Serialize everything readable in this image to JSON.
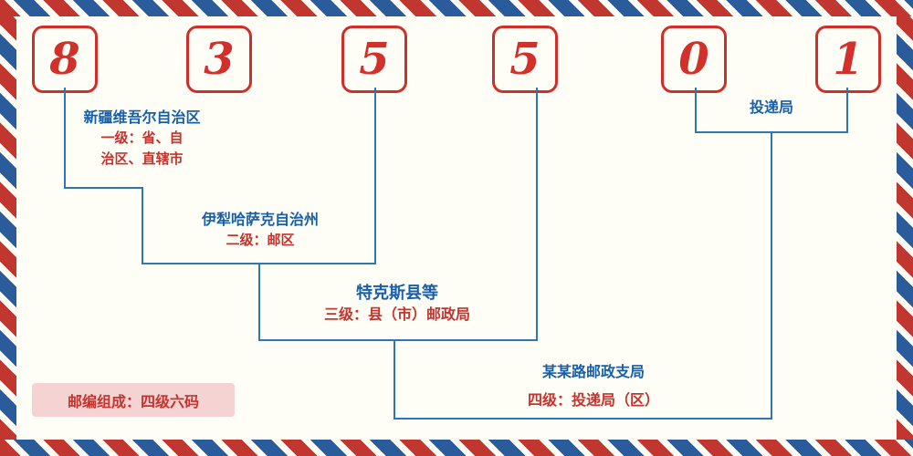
{
  "postal_code": {
    "value": "835501",
    "digits": [
      "8",
      "3",
      "5",
      "5",
      "0",
      "1"
    ]
  },
  "levels": [
    {
      "name": "新疆维吾尔自治区",
      "desc_line1": "一级：省、自",
      "desc_line2": "治区、直辖市"
    },
    {
      "name": "伊犁哈萨克自治州",
      "desc": "二级：邮区"
    },
    {
      "name": "特克斯县等",
      "desc": "三级：县（市）邮政局"
    },
    {
      "name": "某某路邮政支局",
      "desc": "四级：投递局（区）"
    }
  ],
  "delivery_office": {
    "label": "投递局"
  },
  "footer": {
    "composition": "邮编组成：四级六码"
  },
  "colors": {
    "digit_red": "#d2302a",
    "label_blue": "#185fa8",
    "label_red": "#c2342e",
    "line_blue": "#2e77b5",
    "stripe_red": "#c23630",
    "stripe_blue": "#2a5c9c",
    "badge_pink": "#f5d3d3",
    "background": "#fffef6"
  }
}
